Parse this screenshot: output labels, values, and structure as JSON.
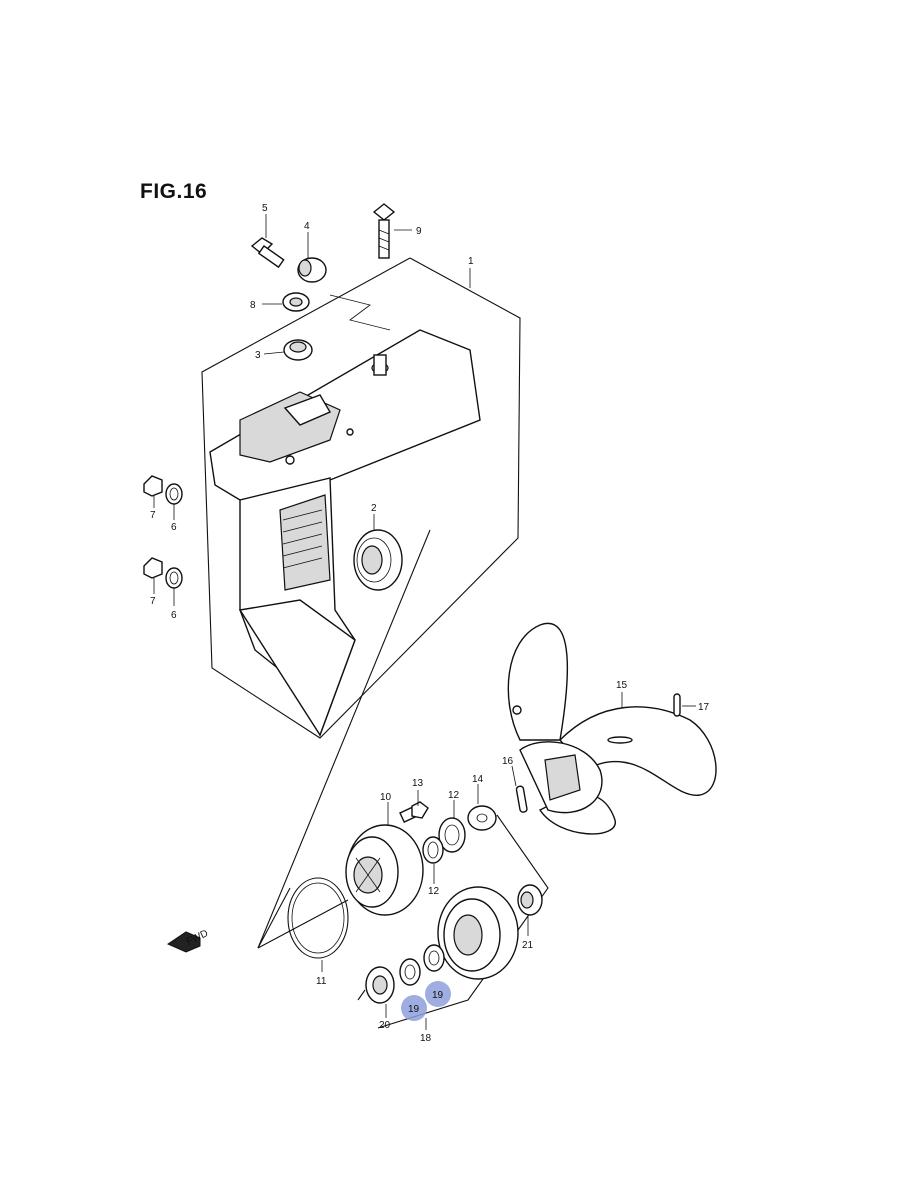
{
  "figure": {
    "title": "FIG.16"
  },
  "callouts": {
    "c1": "1",
    "c2": "2",
    "c3": "3",
    "c4": "4",
    "c5": "5",
    "c6a": "6",
    "c6b": "6",
    "c7a": "7",
    "c7b": "7",
    "c8": "8",
    "c9": "9",
    "c10": "10",
    "c11": "11",
    "c12a": "12",
    "c12b": "12",
    "c13": "13",
    "c14": "14",
    "c15": "15",
    "c16": "16",
    "c17": "17",
    "c18": "18",
    "c19a": "19",
    "c19b": "19",
    "c20": "20",
    "c21": "21"
  },
  "fwd_marker": {
    "text": "FWD"
  },
  "highlight": {
    "color": "#8f9fdc",
    "parts": [
      "19",
      "19"
    ]
  }
}
